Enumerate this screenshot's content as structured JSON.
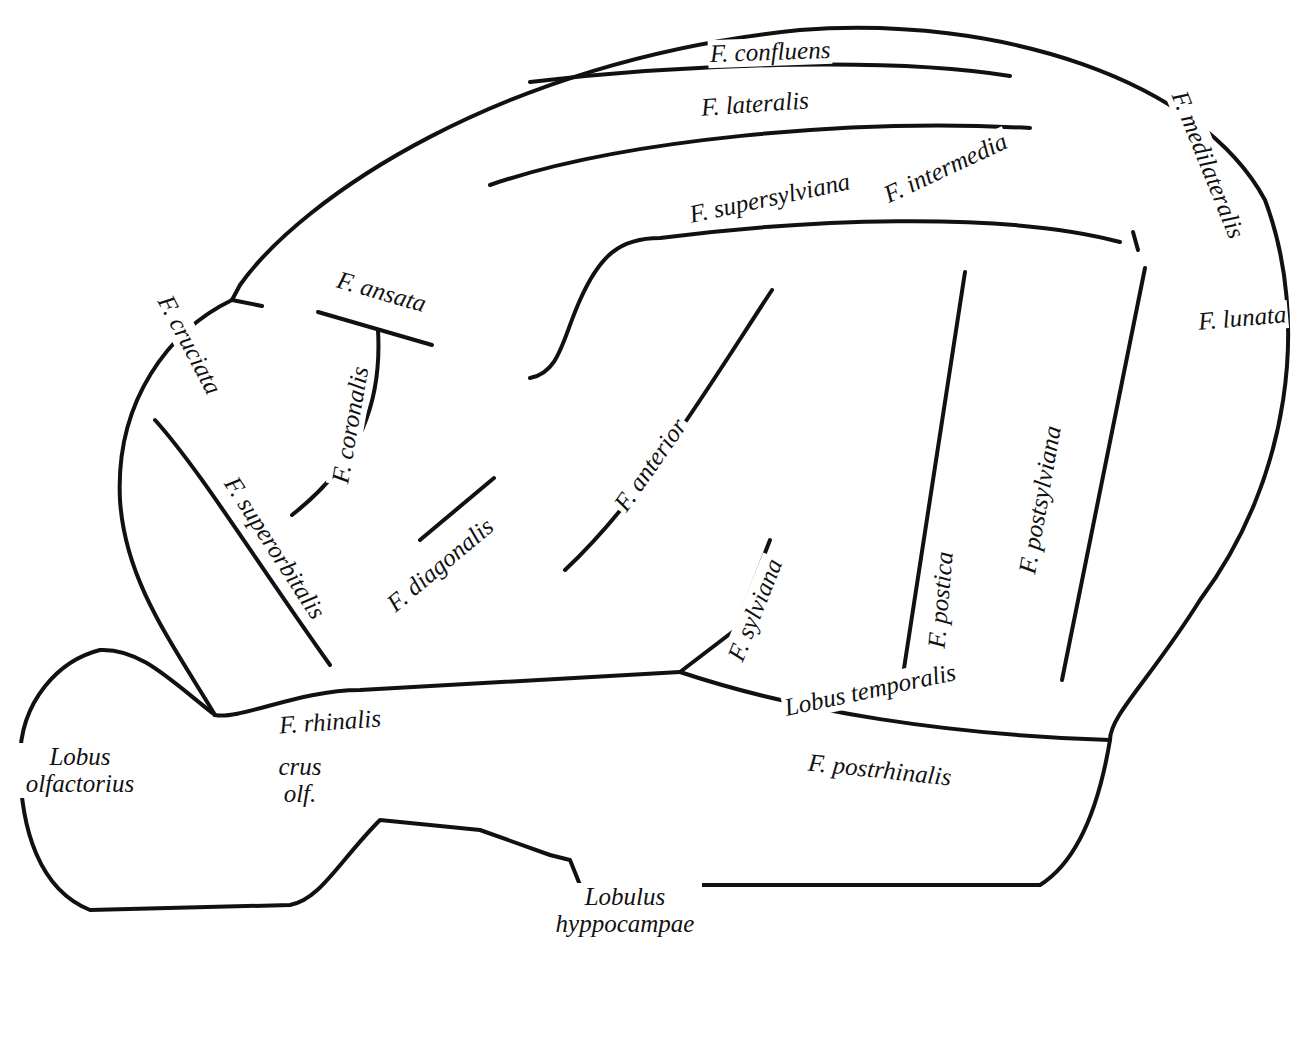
{
  "diagram": {
    "labels": [
      "F. confluens",
      "F. lateralis",
      "F. medilateralis",
      "F. supersylviana",
      "F. intermedia",
      "F. ansata",
      "F. cruciata",
      "F. coronalis",
      "F. diagonalis",
      "F. anterior",
      "F. sylviana",
      "F. postica",
      "F. postsylviana",
      "F. lunata",
      "F. superorbitalis",
      "Lobus temporalis",
      "F. rhinalis",
      "F. postrhinalis",
      "Lobus olfactorius",
      "crus olf.",
      "Lobulus hyppocampae"
    ]
  }
}
